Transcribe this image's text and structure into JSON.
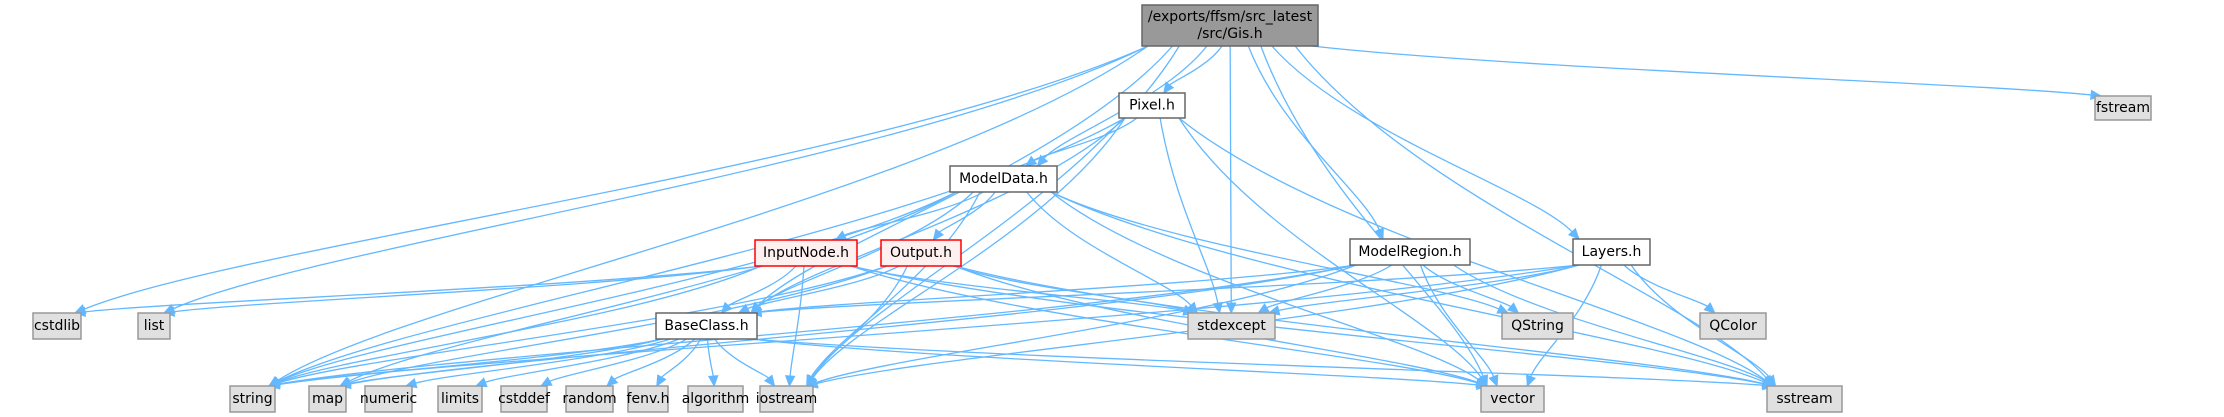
{
  "title": "/exports/ffsm/src_latest/src/Gis.h",
  "colors": {
    "edge": "#63b8ff",
    "root_fill": "#999999",
    "root_border": "#666666",
    "header_fill": "#ffffff",
    "header_border": "#666666",
    "truncated_fill": "#fff0f0",
    "truncated_border": "#ff0000",
    "system_fill": "#e0e0e0",
    "system_border": "#999999"
  },
  "nodes": [
    {
      "id": "gis",
      "label_lines": [
        "/exports/ffsm/src_latest",
        "/src/Gis.h"
      ],
      "kind": "root"
    },
    {
      "id": "fstream",
      "label_lines": [
        "fstream"
      ],
      "kind": "system"
    },
    {
      "id": "pixel",
      "label_lines": [
        "Pixel.h"
      ],
      "kind": "header"
    },
    {
      "id": "modeldata",
      "label_lines": [
        "ModelData.h"
      ],
      "kind": "header"
    },
    {
      "id": "inputnode",
      "label_lines": [
        "InputNode.h"
      ],
      "kind": "truncated"
    },
    {
      "id": "output",
      "label_lines": [
        "Output.h"
      ],
      "kind": "truncated"
    },
    {
      "id": "modelregion",
      "label_lines": [
        "ModelRegion.h"
      ],
      "kind": "header"
    },
    {
      "id": "layers",
      "label_lines": [
        "Layers.h"
      ],
      "kind": "header"
    },
    {
      "id": "baseclass",
      "label_lines": [
        "BaseClass.h"
      ],
      "kind": "header"
    },
    {
      "id": "stdexcept",
      "label_lines": [
        "stdexcept"
      ],
      "kind": "system"
    },
    {
      "id": "qstring",
      "label_lines": [
        "QString"
      ],
      "kind": "system"
    },
    {
      "id": "qcolor",
      "label_lines": [
        "QColor"
      ],
      "kind": "system"
    },
    {
      "id": "cstdlib",
      "label_lines": [
        "cstdlib"
      ],
      "kind": "system"
    },
    {
      "id": "list",
      "label_lines": [
        "list"
      ],
      "kind": "system"
    },
    {
      "id": "string",
      "label_lines": [
        "string"
      ],
      "kind": "system"
    },
    {
      "id": "map",
      "label_lines": [
        "map"
      ],
      "kind": "system"
    },
    {
      "id": "numeric",
      "label_lines": [
        "numeric"
      ],
      "kind": "system"
    },
    {
      "id": "limits",
      "label_lines": [
        "limits"
      ],
      "kind": "system"
    },
    {
      "id": "cstddef",
      "label_lines": [
        "cstddef"
      ],
      "kind": "system"
    },
    {
      "id": "random",
      "label_lines": [
        "random"
      ],
      "kind": "system"
    },
    {
      "id": "fenv",
      "label_lines": [
        "fenv.h"
      ],
      "kind": "system"
    },
    {
      "id": "algorithm",
      "label_lines": [
        "algorithm"
      ],
      "kind": "system"
    },
    {
      "id": "iostream",
      "label_lines": [
        "iostream"
      ],
      "kind": "system"
    },
    {
      "id": "vector",
      "label_lines": [
        "vector"
      ],
      "kind": "system"
    },
    {
      "id": "sstream",
      "label_lines": [
        "sstream"
      ],
      "kind": "system"
    }
  ],
  "edges": [
    [
      "gis",
      "string"
    ],
    [
      "gis",
      "list"
    ],
    [
      "gis",
      "cstdlib"
    ],
    [
      "gis",
      "pixel"
    ],
    [
      "gis",
      "modeldata"
    ],
    [
      "gis",
      "baseclass"
    ],
    [
      "gis",
      "stdexcept"
    ],
    [
      "gis",
      "iostream"
    ],
    [
      "gis",
      "modelregion"
    ],
    [
      "gis",
      "layers"
    ],
    [
      "gis",
      "vector"
    ],
    [
      "gis",
      "sstream"
    ],
    [
      "gis",
      "fstream"
    ],
    [
      "pixel",
      "modeldata"
    ],
    [
      "pixel",
      "baseclass"
    ],
    [
      "pixel",
      "stdexcept"
    ],
    [
      "pixel",
      "iostream"
    ],
    [
      "pixel",
      "string"
    ],
    [
      "pixel",
      "vector"
    ],
    [
      "pixel",
      "sstream"
    ],
    [
      "modeldata",
      "inputnode"
    ],
    [
      "modeldata",
      "output"
    ],
    [
      "modeldata",
      "baseclass"
    ],
    [
      "modeldata",
      "string"
    ],
    [
      "modeldata",
      "map"
    ],
    [
      "modeldata",
      "stdexcept"
    ],
    [
      "modeldata",
      "iostream"
    ],
    [
      "modeldata",
      "qstring"
    ],
    [
      "modeldata",
      "vector"
    ],
    [
      "modeldata",
      "sstream"
    ],
    [
      "inputnode",
      "baseclass"
    ],
    [
      "inputnode",
      "string"
    ],
    [
      "inputnode",
      "cstdlib"
    ],
    [
      "inputnode",
      "list"
    ],
    [
      "inputnode",
      "stdexcept"
    ],
    [
      "inputnode",
      "iostream"
    ],
    [
      "inputnode",
      "vector"
    ],
    [
      "inputnode",
      "sstream"
    ],
    [
      "output",
      "baseclass"
    ],
    [
      "output",
      "string"
    ],
    [
      "output",
      "map"
    ],
    [
      "output",
      "stdexcept"
    ],
    [
      "output",
      "iostream"
    ],
    [
      "output",
      "vector"
    ],
    [
      "output",
      "sstream"
    ],
    [
      "modelregion",
      "baseclass"
    ],
    [
      "modelregion",
      "string"
    ],
    [
      "modelregion",
      "stdexcept"
    ],
    [
      "modelregion",
      "qstring"
    ],
    [
      "modelregion",
      "iostream"
    ],
    [
      "modelregion",
      "vector"
    ],
    [
      "modelregion",
      "sstream"
    ],
    [
      "modelregion",
      "map"
    ],
    [
      "layers",
      "baseclass"
    ],
    [
      "layers",
      "string"
    ],
    [
      "layers",
      "stdexcept"
    ],
    [
      "layers",
      "qcolor"
    ],
    [
      "layers",
      "iostream"
    ],
    [
      "layers",
      "vector"
    ],
    [
      "layers",
      "sstream"
    ],
    [
      "baseclass",
      "string"
    ],
    [
      "baseclass",
      "map"
    ],
    [
      "baseclass",
      "numeric"
    ],
    [
      "baseclass",
      "limits"
    ],
    [
      "baseclass",
      "cstddef"
    ],
    [
      "baseclass",
      "random"
    ],
    [
      "baseclass",
      "fenv"
    ],
    [
      "baseclass",
      "algorithm"
    ],
    [
      "baseclass",
      "iostream"
    ],
    [
      "baseclass",
      "vector"
    ],
    [
      "baseclass",
      "sstream"
    ]
  ]
}
